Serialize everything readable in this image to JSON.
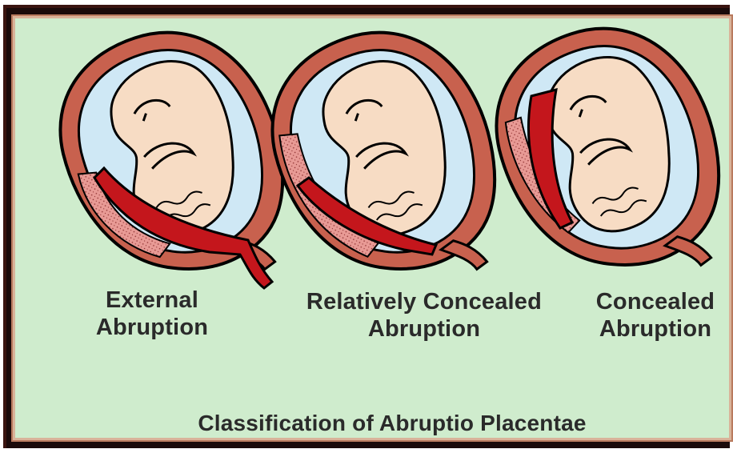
{
  "panels": [
    {
      "line1": "External",
      "line2": "Abruption"
    },
    {
      "line1": "Relatively Concealed",
      "line2": "Abruption"
    },
    {
      "line1": "Concealed",
      "line2": "Abruption"
    }
  ],
  "caption": "Classification of Abruptio Placentae",
  "colors": {
    "background": "#cfeccd",
    "uterus_wall": "#c8614e",
    "placenta": "#e89a95",
    "blood": "#c4161c",
    "amniotic_fluid": "#cfe8f5",
    "fetus": "#f7dcc4"
  }
}
